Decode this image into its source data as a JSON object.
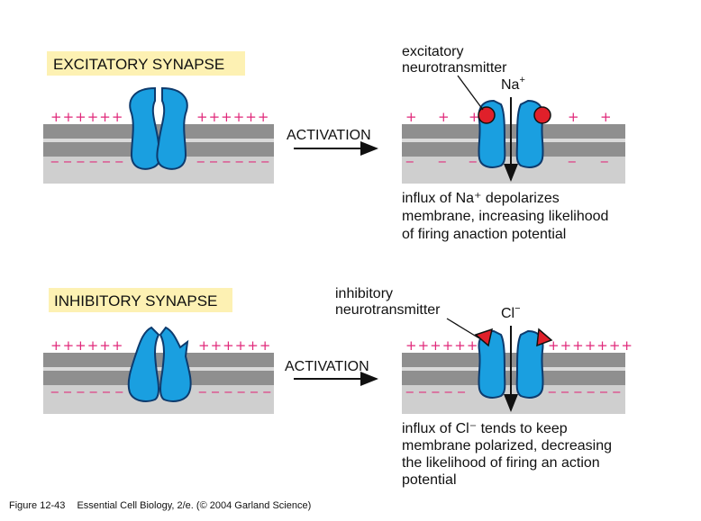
{
  "excitatory": {
    "title": "EXCITATORY SYNAPSE",
    "plus_left": "++++++",
    "plus_right": "++++++",
    "minus_left": "‒ ‒ ‒ ‒ ‒ ‒",
    "minus_right": "‒ ‒ ‒ ‒ ‒ ‒",
    "activation": "ACTIVATION",
    "transmitter_line1": "excitatory",
    "transmitter_line2": "neurotransmitter",
    "ion": "Na",
    "ion_charge": "+",
    "result_plus": [
      "+",
      "+",
      "+",
      "+",
      "+"
    ],
    "result_minus": [
      "‒",
      "‒",
      "‒",
      "‒",
      "‒"
    ],
    "result_line1": "influx of Na⁺ depolarizes",
    "result_line2": "membrane, increasing likelihood",
    "result_line3": "of firing anaction potential",
    "neurotransmitter_color": "#e0202a"
  },
  "inhibitory": {
    "title": "INHIBITORY SYNAPSE",
    "plus_left": "++++++",
    "plus_right": "++++++",
    "minus_left": "‒ ‒ ‒ ‒ ‒ ‒",
    "minus_right": "‒ ‒ ‒ ‒ ‒ ‒",
    "activation": "ACTIVATION",
    "transmitter_line1": "inhibitory",
    "transmitter_line2": "neurotransmitter",
    "ion": "Cl",
    "ion_charge": "−",
    "result_plus_left": "++++++",
    "result_plus_right": "+++++++",
    "result_minus_left": "‒ ‒ ‒ ‒ ‒",
    "result_minus_right": "‒ ‒ ‒ ‒ ‒ ‒",
    "result_line1": "influx of Cl⁻ tends to keep",
    "result_line2": "membrane polarized, decreasing",
    "result_line3": "the likelihood of firing an action",
    "result_line4": "potential",
    "neurotransmitter_color": "#e0202a"
  },
  "colors": {
    "channel": "#1a9fe0",
    "membrane_dark": "#8f8f8f",
    "membrane_light": "#cfcfcf",
    "charge": "#e0287a",
    "title_highlight": "#fdf1b3"
  },
  "caption": {
    "figure": "Figure 12-43",
    "source": "Essential Cell Biology, 2/e. (© 2004 Garland Science)"
  }
}
